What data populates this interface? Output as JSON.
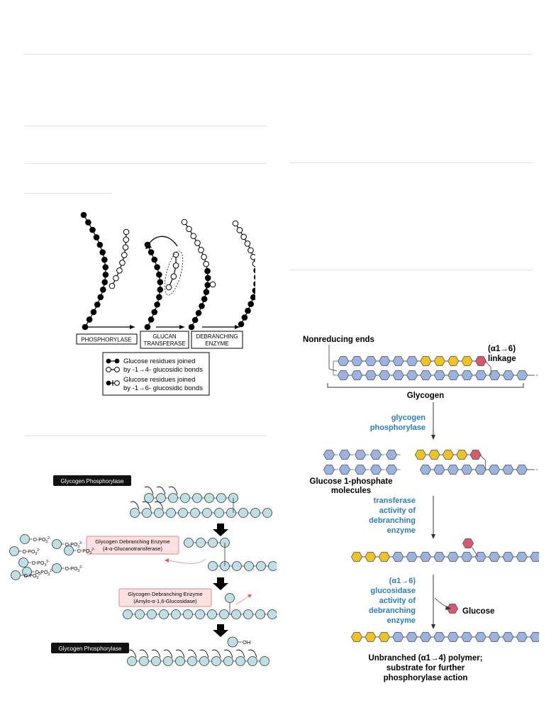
{
  "left_top": {
    "steps": [
      "PHOSPHORYLASE",
      "GLUCAN",
      "TRANSFERASE",
      "DEBRANCHING",
      "ENZYME"
    ],
    "legend": [
      [
        "Glucose residues joined",
        "by -1→4- glucosidic bonds"
      ],
      [
        "Glucose residues joined",
        "by -1→6- glucosidic bonds"
      ]
    ]
  },
  "left_bottom": {
    "phosphorylase_label": "Glycogen Phosphorylase",
    "debranch1": [
      "Glycogen Debranching Enzyme",
      "(4-α-Glucanotransferase)"
    ],
    "debranch2": [
      "Glycogen Debranching Enzyme",
      "(Amylo-α-1,6-Glucosidase)"
    ],
    "phosphate_label": "O-PO",
    "phosphate_sup": "2-",
    "phosphate_sub": "3",
    "oh_label": "OH"
  },
  "right": {
    "nonreducing": "Nonreducing ends",
    "linkage": [
      "(α1→6)",
      "linkage"
    ],
    "glycogen": "Glycogen",
    "phosphorylase": [
      "glycogen",
      "phosphorylase"
    ],
    "g1p": [
      "Glucose 1-phosphate",
      "molecules"
    ],
    "transferase": [
      "transferase",
      "activity of",
      "debranching",
      "enzyme"
    ],
    "glucosidase": [
      "(α1→6)",
      "glucosidase",
      "activity of",
      "debranching",
      "enzyme"
    ],
    "glucose": "Glucose",
    "final": [
      "Unbranched (α1→4) polymer;",
      "substrate for further",
      "phosphorylase action"
    ]
  },
  "colors": {
    "blue_res": "#9ab4df",
    "yellow_res": "#f0c420",
    "red_res": "#d65a6a",
    "teal_res": "#bde0e6",
    "blue_text": "#2a7fbf"
  }
}
